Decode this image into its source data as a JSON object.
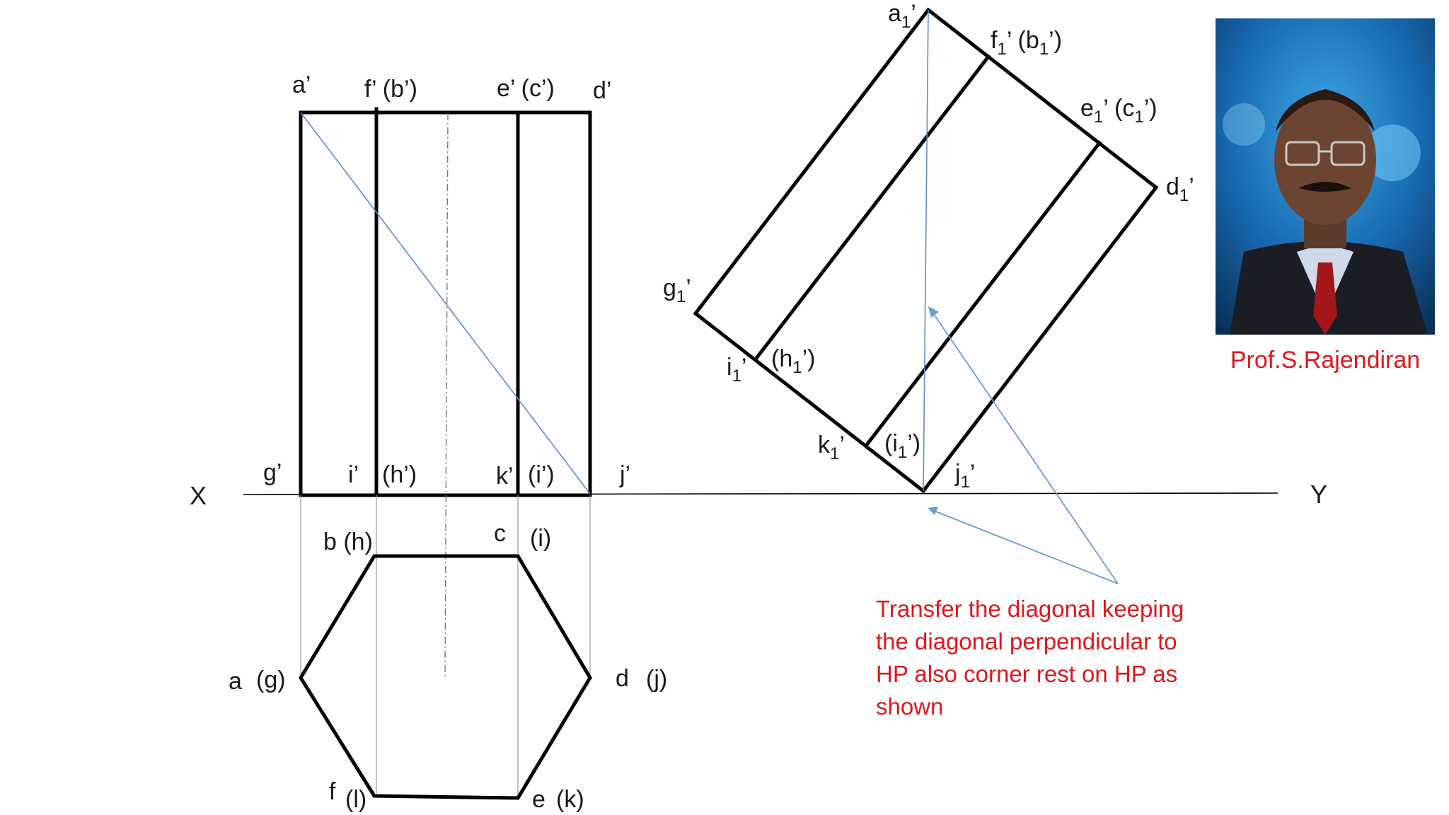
{
  "axis": {
    "left": "X",
    "right": "Y"
  },
  "front_view_labels": {
    "a": "a’",
    "f": "f’ (b’)",
    "e": "e’ (c’)",
    "d": "d’",
    "g": "g’",
    "i": "i’",
    "h": "(h’)",
    "k": "k’",
    "i2": "(i’)",
    "j": "j’"
  },
  "top_view_labels": {
    "b": "b (h)",
    "c": "c",
    "i": "(i)",
    "a": "a",
    "g": "(g)",
    "d": "d",
    "j": "(j)",
    "f": "f",
    "l": "(l)",
    "e": "e",
    "k": "(k)"
  },
  "rotated_view_labels": {
    "a_base": "a",
    "a_sub": "1",
    "a_tail": "’",
    "fb_base": "f",
    "fb_sub": "1",
    "fb_mid": "’ (b",
    "fb_sub2": "1",
    "fb_tail": "’)",
    "ec_base": "e",
    "ec_sub": "1",
    "ec_mid": "’ (c",
    "ec_sub2": "1",
    "ec_tail": "’)",
    "d_base": "d",
    "d_sub": "1",
    "d_tail": "’",
    "g_base": "g",
    "g_sub": "1",
    "g_tail": "’",
    "i_base": "i",
    "i_sub": "1",
    "i_tail": "’",
    "h_base": "(h",
    "h_sub": "1",
    "h_tail": "’)",
    "k_base": "k",
    "k_sub": "1",
    "k_tail": "’",
    "i2_base": "(i",
    "i2_sub": "1",
    "i2_tail": "’)",
    "j_base": "j",
    "j_sub": "1",
    "j_tail": "’"
  },
  "note": {
    "lines": [
      "Transfer the diagonal keeping",
      "the diagonal perpendicular to",
      "HP also corner rest on HP as",
      "shown"
    ]
  },
  "credit": "Prof.S.Rajendiran",
  "colors": {
    "note": "#e0161b",
    "diagonal": "#5b8fd0",
    "lines": "#000000"
  }
}
